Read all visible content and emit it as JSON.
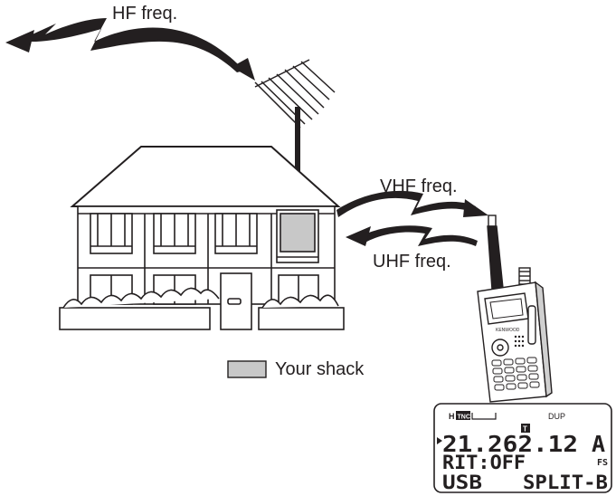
{
  "labels": {
    "hf": "HF freq.",
    "vhf": "VHF freq.",
    "uhf": "UHF freq.",
    "shack": "Your shack"
  },
  "radio": {
    "brand": "KENWOOD"
  },
  "display": {
    "h": "H",
    "tnc": "TNC",
    "dup": "DUP",
    "t_badge": "T",
    "freq": "21.262.12",
    "band": "A",
    "rit": "RIT:OFF",
    "fs": "FS",
    "mode": "USB",
    "split": "SPLIT-B"
  },
  "colors": {
    "ink": "#231f20",
    "shack_fill": "#c8c8c8",
    "background": "#ffffff"
  }
}
